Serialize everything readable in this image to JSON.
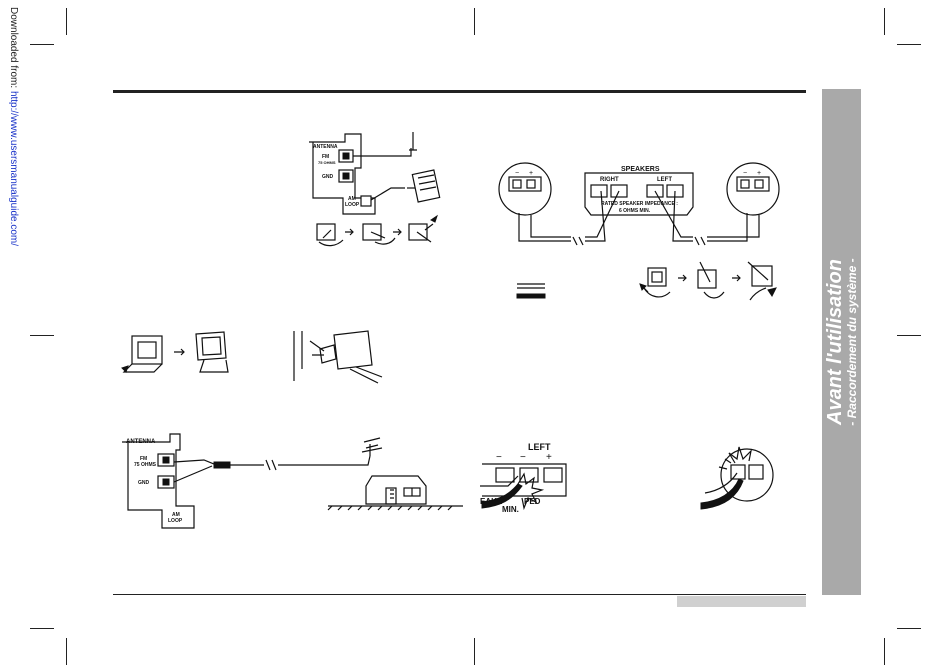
{
  "margin_note": {
    "prefix": "Downloaded from: ",
    "link": "http://www.usersmanualguide.com/"
  },
  "sidebar": {
    "title": "Avant l'utilisation",
    "subtitle": "- Raccordement du système -"
  },
  "antenna_panel": {
    "antenna_label": "ANTENNA",
    "fm_label": "FM",
    "ohms_label": "75 OHMS",
    "gnd_label": "GND",
    "am_label": "AM",
    "loop_label": "LOOP"
  },
  "speaker_panel": {
    "title": "SPEAKERS",
    "right_label": "RIGHT",
    "left_label": "LEFT",
    "impedance_line1": "RATED SPEAKER IMPEDANCE :",
    "impedance_line2": "6 OHMS MIN.",
    "plus": "+",
    "minus": "−"
  },
  "left_closeup": {
    "label": "LEFT",
    "plus": "+",
    "minus": "−",
    "fragment_a": "EAKE",
    "fragment_b": "PED",
    "fragment_c": "MIN."
  },
  "palette": {
    "ink": "#111111",
    "sidebar_bg": "#a9a9a9",
    "link": "#1a33c8"
  }
}
